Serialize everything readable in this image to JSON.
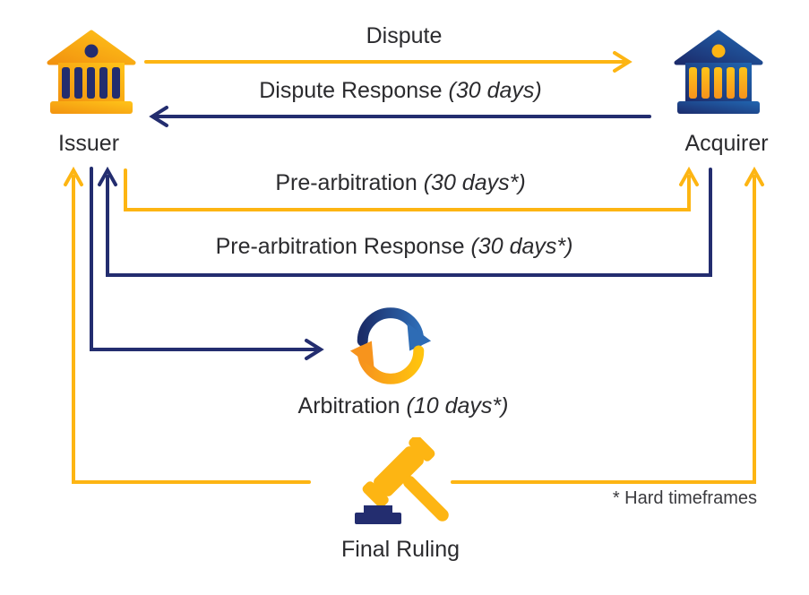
{
  "actors": {
    "issuer": {
      "label": "Issuer",
      "icon": "bank-icon"
    },
    "acquirer": {
      "label": "Acquirer",
      "icon": "bank-icon"
    }
  },
  "flows": {
    "dispute": {
      "label": "Dispute",
      "timeframe": "",
      "from": "issuer",
      "to": "acquirer",
      "color": "#FDB513"
    },
    "dispute_response": {
      "label": "Dispute Response",
      "timeframe": "(30 days)",
      "from": "acquirer",
      "to": "issuer",
      "color": "#232D6F"
    },
    "pre_arbitration": {
      "label": "Pre-arbitration",
      "timeframe": "(30 days*)",
      "from": "issuer",
      "to": "acquirer",
      "color": "#FDB513"
    },
    "pre_arbitration_response": {
      "label": "Pre-arbitration Response",
      "timeframe": "(30 days*)",
      "from": "acquirer",
      "to": "issuer",
      "color": "#232D6F"
    },
    "arbitration": {
      "label": "Arbitration",
      "timeframe": "(10 days*)",
      "from": "issuer",
      "to": "arbitration",
      "color": "#232D6F",
      "icon": "cycle-arrows-icon"
    },
    "final_ruling": {
      "label": "Final Ruling",
      "timeframe": "",
      "from": "final_ruling",
      "to": "issuer and acquirer",
      "color": "#FDB513",
      "icon": "gavel-icon"
    }
  },
  "footnote": {
    "text": "* Hard timeframes"
  },
  "palette": {
    "gold": "#FDB513",
    "orange": "#F7941D",
    "navy": "#232D6F",
    "blue": "#2E6CB5",
    "text": "#2B2B2E",
    "background": "#FFFFFF"
  }
}
